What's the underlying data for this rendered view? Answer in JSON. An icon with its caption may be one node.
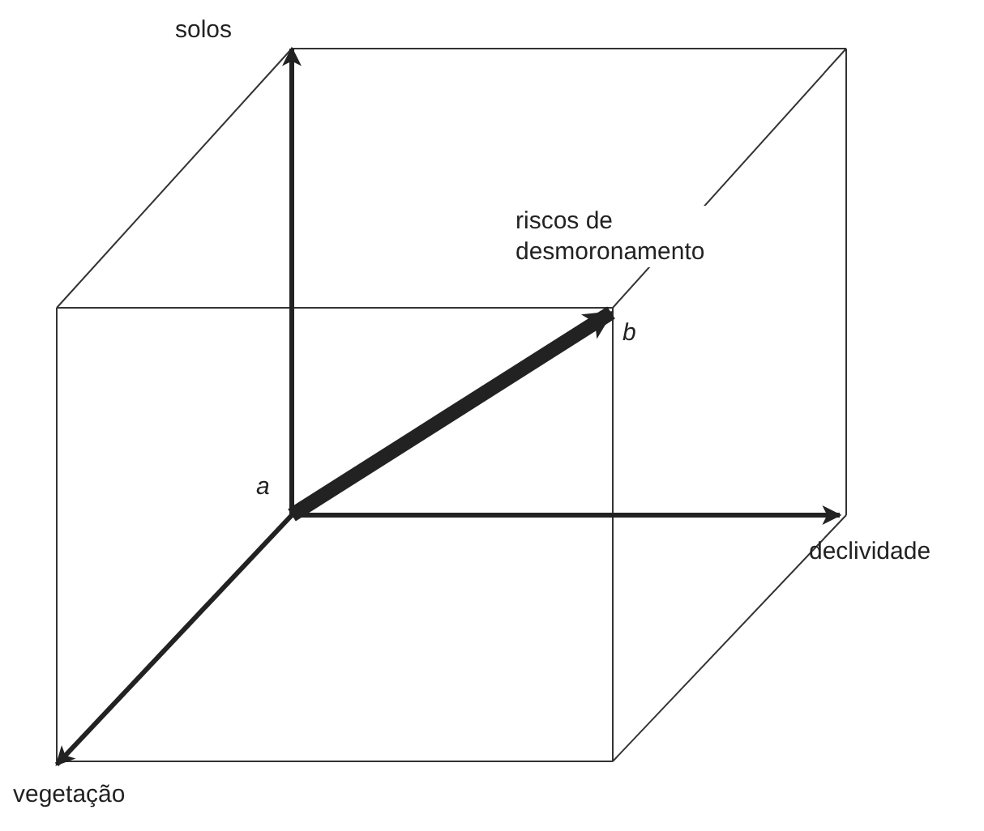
{
  "diagram": {
    "nodes": [
      {
        "text": [
          "a"
        ]
      },
      {
        "text": [
          "solos"
        ]
      },
      {
        "text": [
          "b"
        ],
        "beside": [
          "riscos de desmoronamento"
        ]
      },
      {
        "text": [
          "declividade"
        ]
      },
      {
        "text": [
          "vegetação"
        ]
      }
    ],
    "edges": [
      {
        "from": 0,
        "to": 1,
        "arrow": "to"
      },
      {
        "from": 0,
        "to": 2,
        "arrow": "to",
        "style": "thick"
      },
      {
        "from": 0,
        "to": 3,
        "arrow": "to"
      },
      {
        "from": 0,
        "to": 4,
        "arrow": "to"
      }
    ]
  }
}
